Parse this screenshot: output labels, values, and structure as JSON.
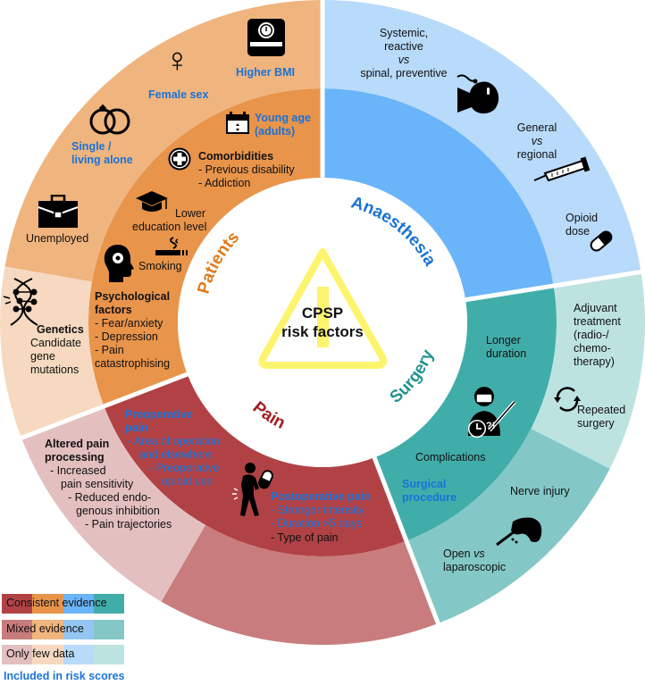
{
  "title": {
    "line1": "CPSP",
    "line2": "risk factors"
  },
  "colors": {
    "patients": {
      "consistent": "#e8944a",
      "mixed": "#f0b47e",
      "few": "#f6d9c0",
      "label": "#e07b1c"
    },
    "anaesthesia": {
      "consistent": "#6ab4fa",
      "mixed": "#95c6f3",
      "few": "#b8dafb",
      "label": "#1a73d9"
    },
    "surgery": {
      "consistent": "#41ada9",
      "mixed": "#83c8c6",
      "few": "#bde3e1",
      "label": "#23928f"
    },
    "pain": {
      "consistent": "#b04245",
      "mixed": "#c87c7d",
      "few": "#e4bfc0",
      "label": "#a31c22"
    },
    "warning": "#fdf46e",
    "risk_score_text": "#1a73d9"
  },
  "domains": {
    "patients": "Patients",
    "anaesthesia": "Anaesthesia",
    "surgery": "Surgery",
    "pain": "Pain"
  },
  "patients": {
    "higher_bmi": "Higher BMI",
    "female_sex": "Female sex",
    "single": [
      "Single /",
      "living alone"
    ],
    "unemployed": "Unemployed",
    "young_age": [
      "Young age",
      "(adults)"
    ],
    "comorbidities": {
      "title": "Comorbidities",
      "items": [
        "- Previous disability",
        "- Addiction"
      ]
    },
    "education": [
      "Lower",
      "education level"
    ],
    "smoking": "Smoking",
    "psychological": {
      "title": [
        "Psychological",
        "factors"
      ],
      "items": [
        "- Fear/anxiety",
        "- Depression",
        "- Pain",
        "catastrophising"
      ]
    },
    "genetics": {
      "title": "Genetics",
      "items": [
        "Candidate",
        "gene",
        "mutations"
      ]
    }
  },
  "anaesthesia": {
    "systemic": [
      "Systemic,",
      "reactive",
      "vs",
      "spinal, preventive"
    ],
    "general": [
      "General",
      "vs",
      "regional"
    ],
    "opioid": [
      "Opioid",
      "dose"
    ]
  },
  "surgery": {
    "adjuvant": [
      "Adjuvant",
      "treatment",
      "(radio-/",
      "chemo-",
      "therapy)"
    ],
    "repeated": [
      "Repeated",
      "surgery"
    ],
    "longer": [
      "Longer",
      "duration"
    ],
    "complications": "Complications",
    "surgical_procedure": [
      "Surgical",
      "procedure"
    ],
    "nerve_injury": "Nerve injury",
    "open": [
      "Open ",
      "vs",
      "laparoscopic"
    ]
  },
  "pain": {
    "preop": {
      "title": [
        "Preoperative",
        "pain"
      ],
      "items": [
        "- Area of operation",
        "and elsewhere",
        "- Preoperative",
        "opioid use"
      ]
    },
    "postop": {
      "title": "Postoperative pain",
      "items": [
        "- Stronger intensity",
        "- Duration >5 days"
      ],
      "other": "- Type of pain"
    },
    "altered": {
      "title": [
        "Altered pain",
        "processing"
      ],
      "items": [
        "- Increased",
        "pain sensitivity",
        "- Reduced endo-",
        "genous inhibition",
        "- Pain trajectories"
      ]
    }
  },
  "legend": {
    "consistent": "Consistent evidence",
    "mixed": "Mixed evidence",
    "few": "Only few data",
    "risk_scores": "Included in risk scores"
  }
}
